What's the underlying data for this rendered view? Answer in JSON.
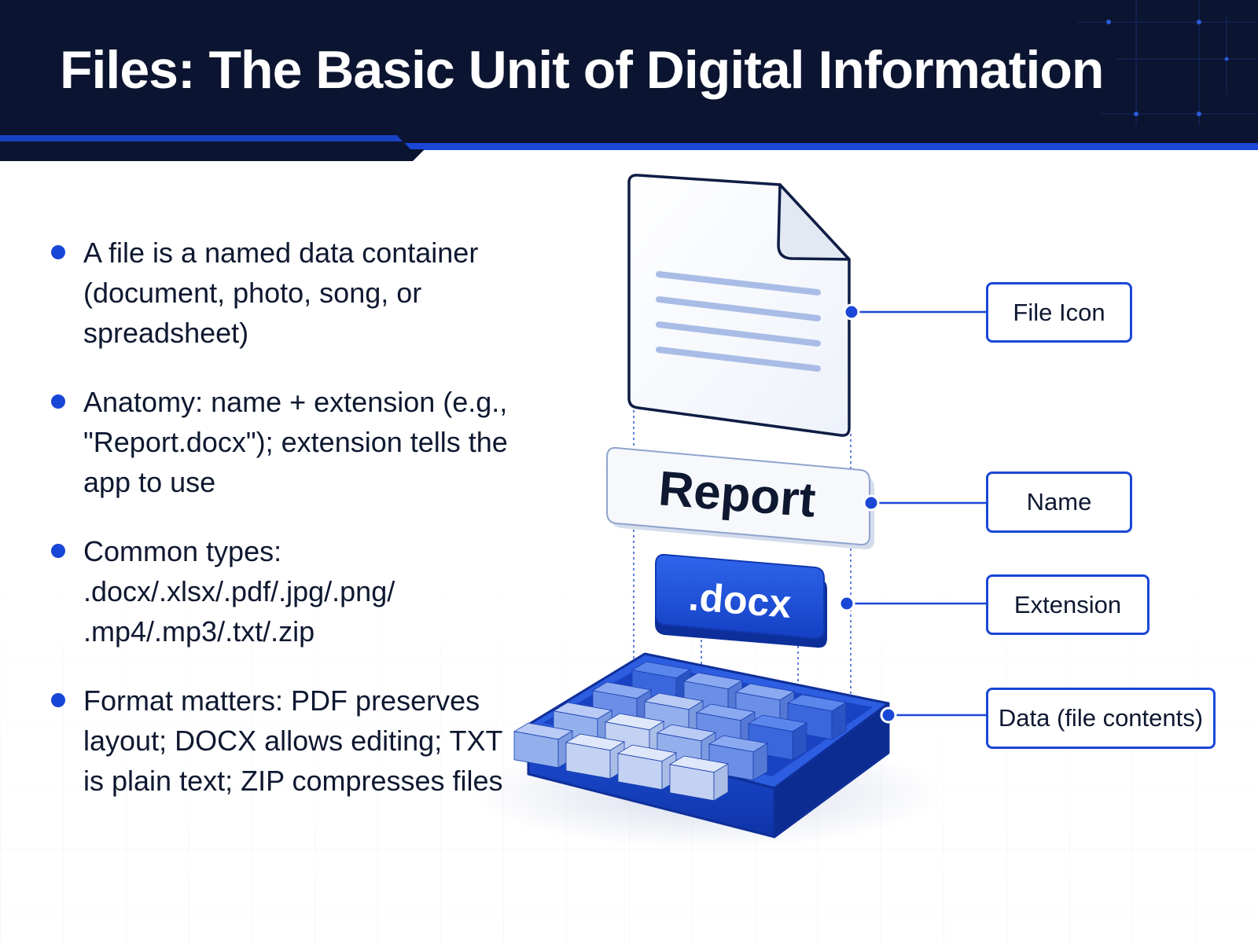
{
  "title": "Files: The Basic Unit of Digital Information",
  "bullets": [
    {
      "text": "A file is a named data container (document, photo, song, or spreadsheet)"
    },
    {
      "text": "Anatomy: name + extension (e.g., \"Report.docx\"); extension tells the app to use"
    },
    {
      "text": "Common types: .docx/.xlsx/.pdf/.jpg/.png/ .mp4/.mp3/.txt/.zip"
    },
    {
      "text": "Format matters: PDF preserves layout; DOCX allows editing; TXT is plain text; ZIP compresses files"
    }
  ],
  "diagram": {
    "name_text": "Report",
    "extension_text": ".docx",
    "labels": {
      "file_icon": "File Icon",
      "name": "Name",
      "extension": "Extension",
      "data": "Data (file contents)"
    }
  },
  "colors": {
    "header_bg": "#0b1430",
    "accent": "#1a47d6",
    "text": "#0e1830"
  }
}
